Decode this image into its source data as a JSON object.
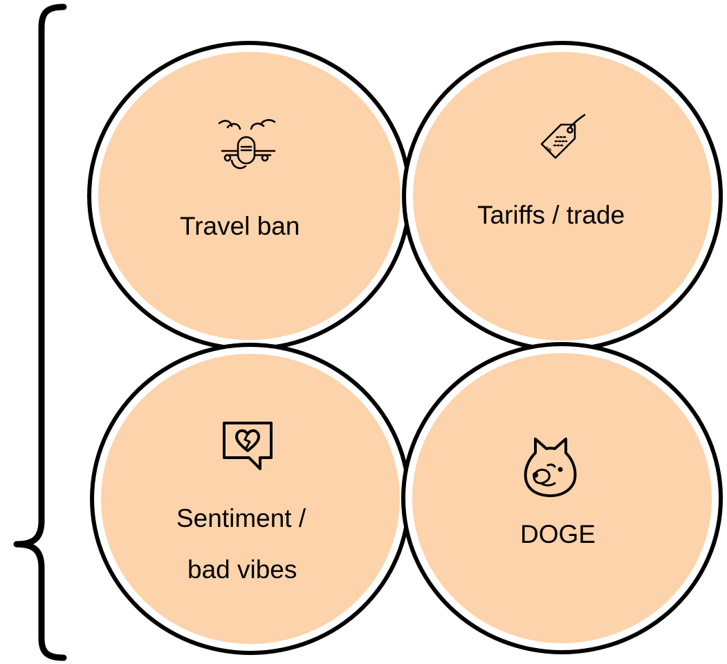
{
  "colors": {
    "circle_fill": "#fdd3ab",
    "outline": "#000000",
    "background": "#ffffff"
  },
  "bracket": {
    "icon": "left-curly-brace-icon"
  },
  "circles": [
    {
      "label": "Travel ban",
      "icon": "airplane-clouds-icon"
    },
    {
      "label": "Tariffs / trade",
      "icon": "price-tag-icon"
    },
    {
      "label_lines": [
        "Sentiment /",
        "bad vibes"
      ],
      "icon": "broken-heart-message-icon"
    },
    {
      "label": "DOGE",
      "icon": "shiba-dog-icon"
    }
  ]
}
